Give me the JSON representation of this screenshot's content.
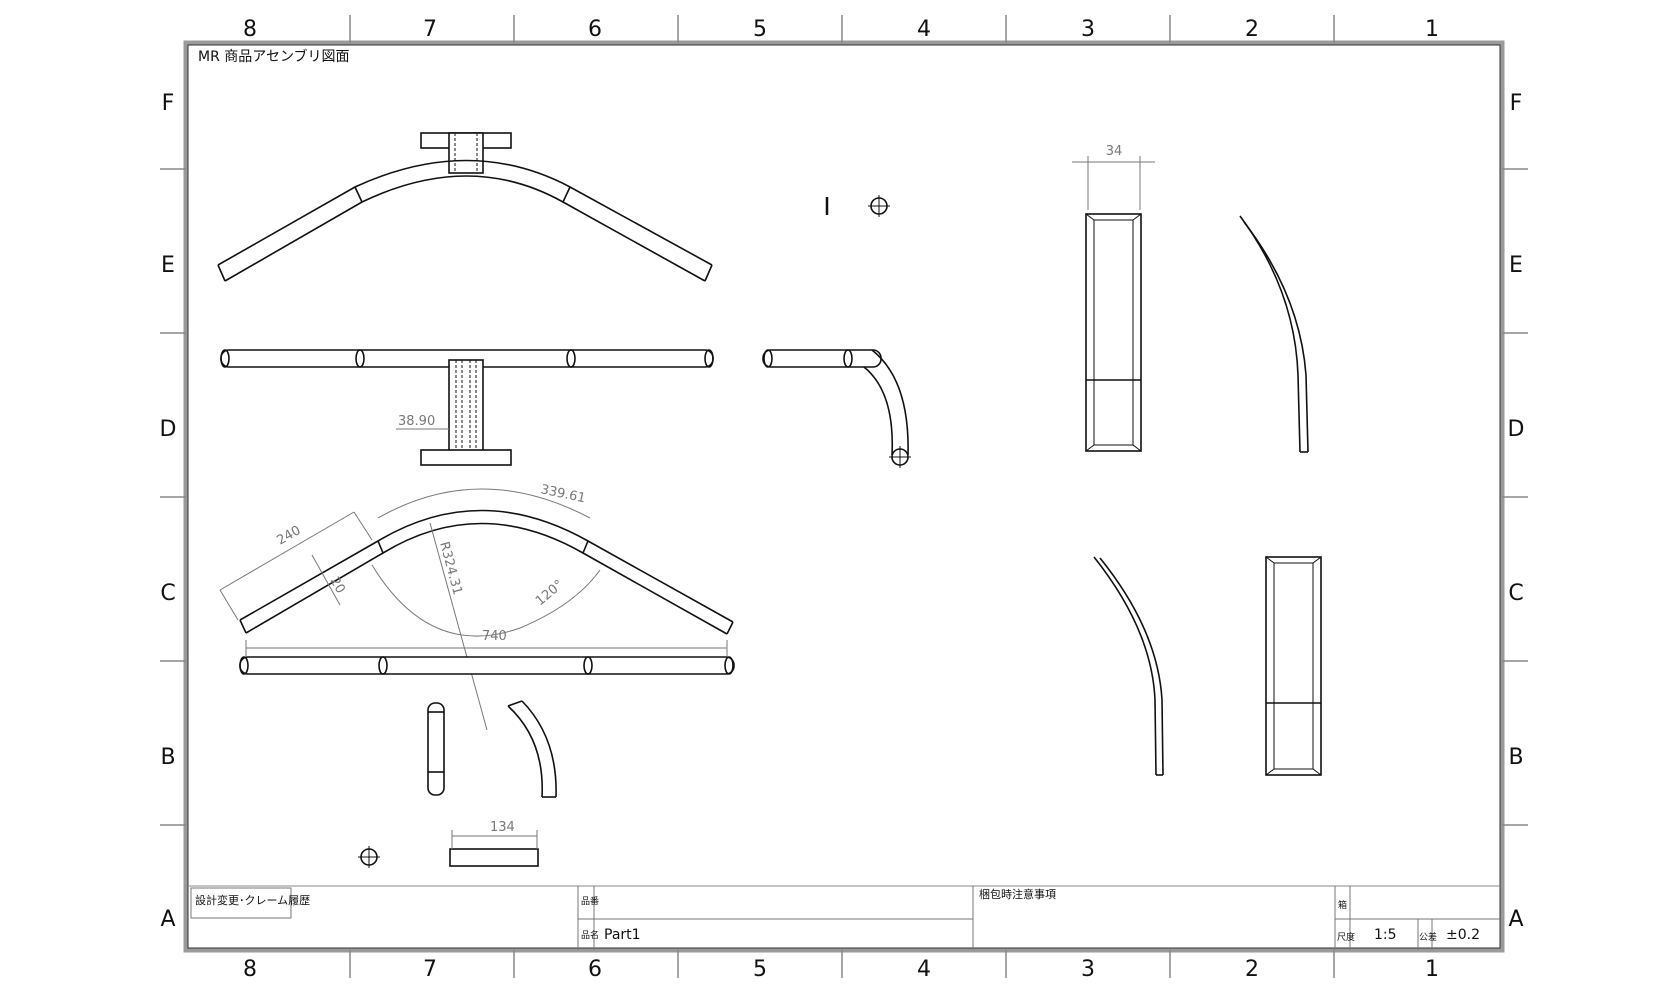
{
  "drawing": {
    "title": "MR 商品アセンブリ図面",
    "zones": {
      "columns": [
        "8",
        "7",
        "6",
        "5",
        "4",
        "3",
        "2",
        "1"
      ],
      "rows": [
        "F",
        "E",
        "D",
        "C",
        "B",
        "A"
      ]
    }
  },
  "dimensions": {
    "width_34": "34",
    "offset_38_90": "38.90",
    "length_240": "240",
    "thickness_20": "20",
    "arc_339_61": "339.61",
    "radius_R324_31": "R324.31",
    "angle_120": "120°",
    "overall_740": "740",
    "length_134": "134"
  },
  "title_block": {
    "revision_label": "設計変更･クレーム履歴",
    "part_no_label": "品番",
    "part_name_label": "品名",
    "part_name_value": "Part1",
    "packing_notes_label": "梱包時注意事項",
    "box_label": "箱",
    "scale_label": "尺度",
    "scale_value": "1:5",
    "tolerance_label": "公差",
    "tolerance_value": "±0.2"
  },
  "colors": {
    "line": "#111111",
    "dimension": "#777777",
    "frame_gray": "#9a9a9a"
  }
}
